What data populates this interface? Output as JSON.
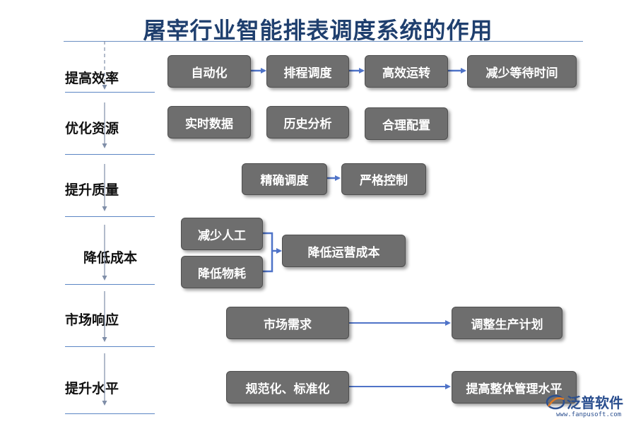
{
  "title": "屠宰行业智能排表调度系统的作用",
  "categories": [
    "提高效率",
    "优化资源",
    "提升质量",
    "降低成本",
    "市场响应",
    "提升水平"
  ],
  "nodes": {
    "automation": "自动化",
    "scheduling": "排程调度",
    "efficient_operation": "高效运转",
    "reduce_waiting": "减少等待时间",
    "realtime_data": "实时数据",
    "historical_analysis": "历史分析",
    "rational_allocation": "合理配置",
    "precise_scheduling": "精确调度",
    "strict_control": "严格控制",
    "reduce_labor": "减少人工",
    "reduce_consumption": "降低物耗",
    "reduce_operating_cost": "降低运营成本",
    "market_demand": "市场需求",
    "adjust_production_plan": "调整生产计划",
    "standardization": "规范化、标准化",
    "improve_management": "提高整体管理水平"
  },
  "logo": {
    "text": "泛普软件",
    "url": "www.fanpusoft.com"
  },
  "colors": {
    "box": "#6e6e6e",
    "arrow": "#4f73c8",
    "title": "#1f3f6e",
    "separator": "#5b86c4"
  }
}
